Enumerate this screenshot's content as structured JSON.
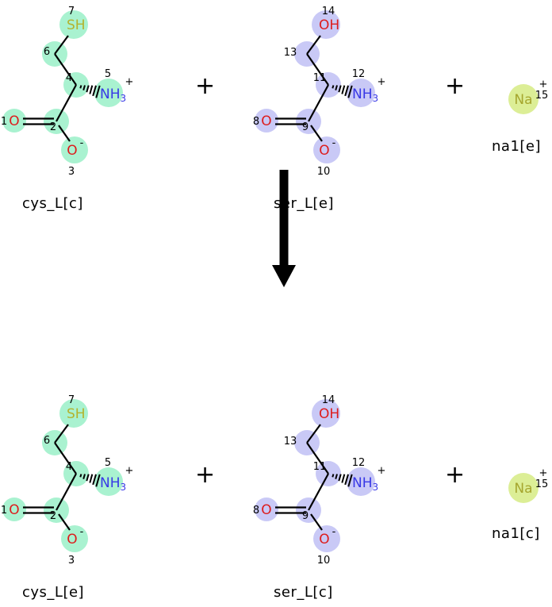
{
  "reaction": {
    "plus": "+",
    "arrow_direction": "down",
    "reactants": {
      "cys_label": "cys_L[c]",
      "ser_label": "ser_L[e]",
      "na_label": "na1[e]"
    },
    "products": {
      "cys_label": "cys_L[e]",
      "ser_label": "ser_L[c]",
      "na_label": "na1[c]"
    }
  },
  "cysteine": {
    "highlight_color": "#a9f2d0",
    "thiol": {
      "label": "SH",
      "num": "7"
    },
    "c6": {
      "num": "6"
    },
    "c4": {
      "num": "4"
    },
    "amine": {
      "label": "NH",
      "sub": "3",
      "charge": "+",
      "num": "5"
    },
    "c2": {
      "num": "2"
    },
    "carbonyl_o": {
      "label": "O",
      "num": "1"
    },
    "carboxylate_o": {
      "label": "O",
      "charge": "-",
      "num": "3"
    }
  },
  "serine": {
    "highlight_color": "#c9c9f6",
    "hydroxyl": {
      "label": "OH",
      "num": "14"
    },
    "c13": {
      "num": "13"
    },
    "c11": {
      "num": "11"
    },
    "amine": {
      "label": "NH",
      "sub": "3",
      "charge": "+",
      "num": "12"
    },
    "c9": {
      "num": "9"
    },
    "carbonyl_o": {
      "label": "O",
      "num": "8"
    },
    "carboxylate_o": {
      "label": "O",
      "charge": "-",
      "num": "10"
    }
  },
  "sodium": {
    "highlight_color": "#dcee96",
    "label": "Na",
    "charge": "+",
    "num": "15"
  },
  "colors": {
    "sulfur": "#b3b32e",
    "nitrogen": "#3838e6",
    "oxygen": "#dd1c1c",
    "sodium": "#a6a62e",
    "bond": "#000000"
  }
}
